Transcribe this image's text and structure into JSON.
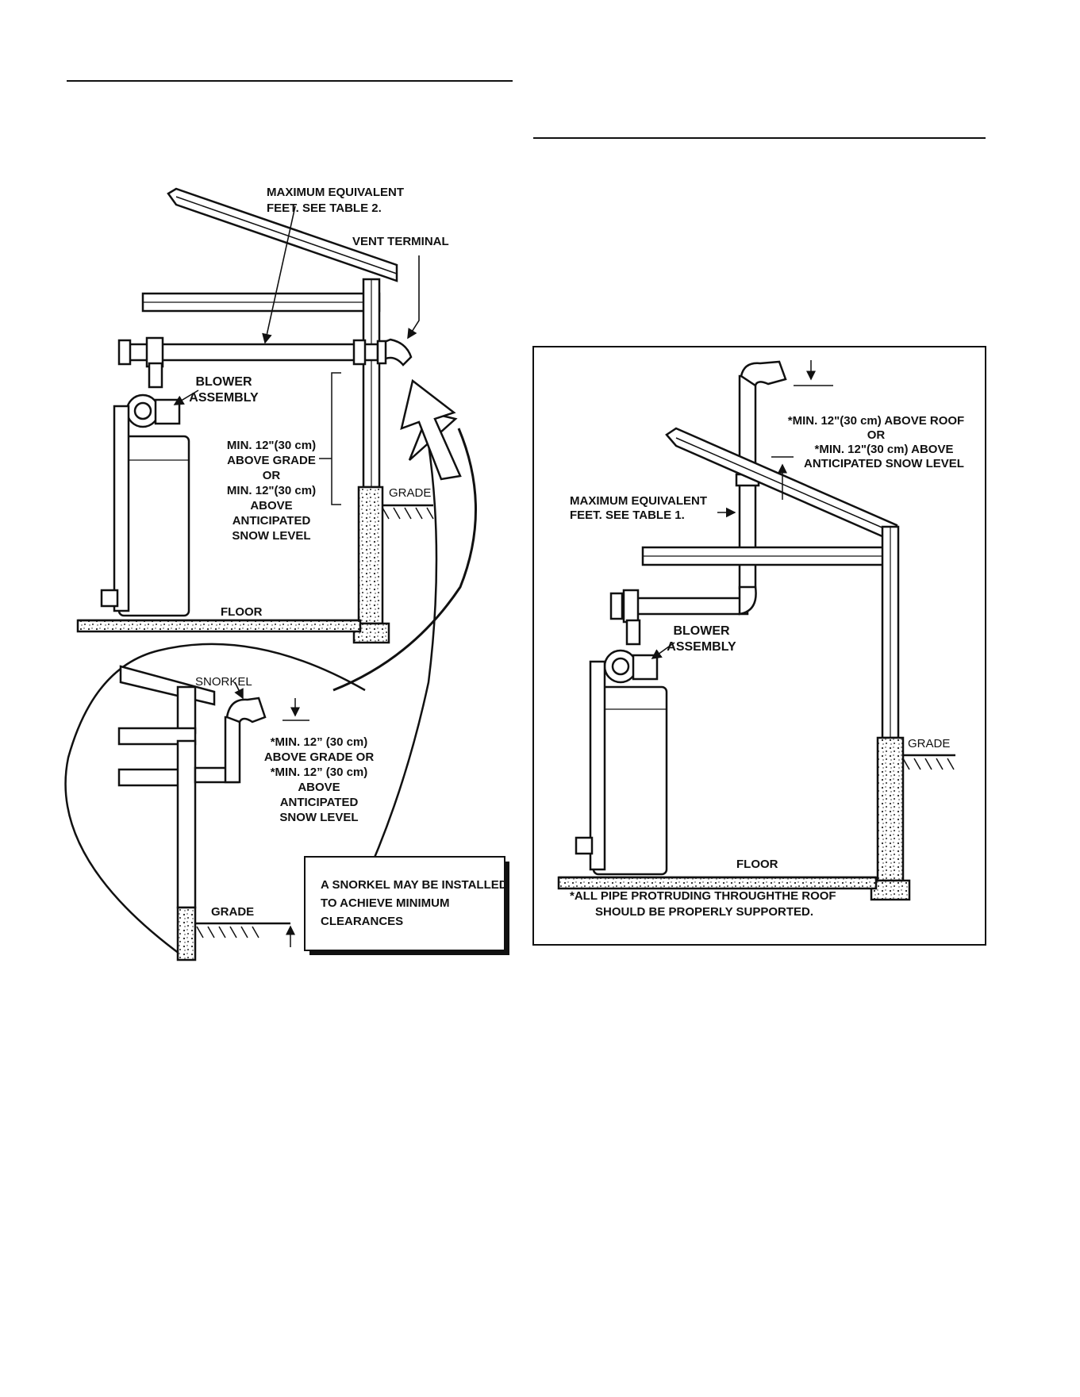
{
  "left_diagram": {
    "max_equiv_line1": "MAXIMUM EQUIVALENT",
    "max_equiv_line2": "FEET. SEE TABLE 2.",
    "vent_terminal": "VENT TERMINAL",
    "blower_line1": "BLOWER",
    "blower_line2": "ASSEMBLY",
    "clearance_lines": [
      "MIN. 12\"(30 cm)",
      "ABOVE GRADE",
      "OR",
      "MIN. 12\"(30 cm)",
      "ABOVE",
      "ANTICIPATED",
      "SNOW LEVEL"
    ],
    "grade": "GRADE",
    "floor": "FLOOR"
  },
  "inset": {
    "snorkel": "SNORKEL",
    "clearance_lines": [
      "*MIN. 12” (30 cm)",
      "ABOVE GRADE OR",
      "*MIN. 12” (30 cm)",
      "ABOVE",
      "ANTICIPATED",
      "SNOW LEVEL"
    ],
    "grade": "GRADE",
    "note_lines": [
      "A SNORKEL MAY BE INSTALLED",
      "TO  ACHIEVE  MINIMUM",
      "CLEARANCES"
    ]
  },
  "right_diagram": {
    "roof_clearance_lines": [
      "*MIN. 12\"(30 cm) ABOVE ROOF",
      "OR",
      "*MIN. 12\"(30 cm) ABOVE",
      "ANTICIPATED SNOW LEVEL"
    ],
    "max_equiv_line1": "MAXIMUM EQUIVALENT",
    "max_equiv_line2": "FEET. SEE TABLE 1.",
    "blower_line1": "BLOWER",
    "blower_line2": "ASSEMBLY",
    "grade": "GRADE",
    "floor": "FLOOR",
    "support_note_line1": "*ALL PIPE PROTRUDING THROUGHTHE ROOF",
    "support_note_line2": "SHOULD BE PROPERLY SUPPORTED."
  }
}
